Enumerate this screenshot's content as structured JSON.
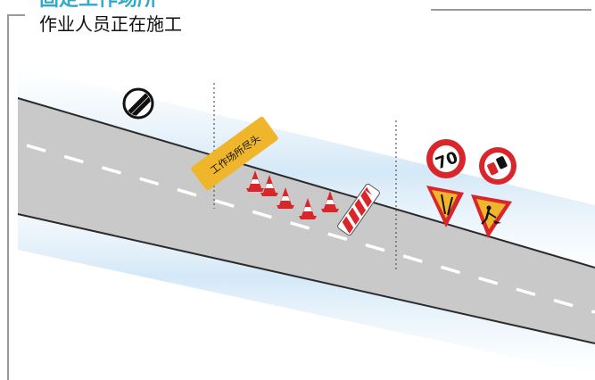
{
  "header": {
    "title": "固定工作场所",
    "subtitle": "作业人员正在施工"
  },
  "scene": {
    "work_area_sign_text": "工作场所尽头",
    "speed_limit_sign_value": "70",
    "colors": {
      "road": "#c9c9c9",
      "road_edge": "#2b2b2b",
      "lane_marking": "#ffffff",
      "sign_yellow": "#f0b62b",
      "sign_red": "#d9262b",
      "frame": "#9a9a9a",
      "accent": "#33a9c9"
    },
    "icons": [
      "end-of-restrictions-sign-icon",
      "speed-limit-sign-icon",
      "no-overtaking-sign-icon",
      "road-narrows-warning-icon",
      "roadworks-warning-icon",
      "traffic-cone-icon",
      "barrier-board-icon"
    ]
  }
}
